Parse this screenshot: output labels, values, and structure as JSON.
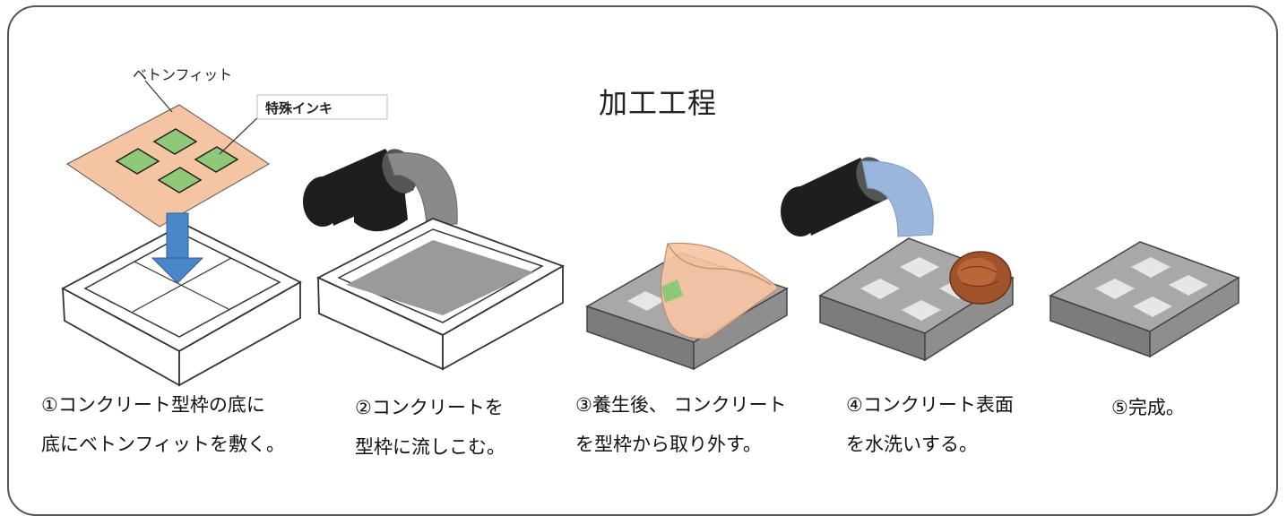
{
  "title": "加工工程",
  "callouts": {
    "betonfit": "ベトンフィット",
    "special_ink": "特殊インキ"
  },
  "steps": [
    {
      "line1": "①コンクリート型枠の底に",
      "line2": "底にベトンフィットを敷く。"
    },
    {
      "line1": "②コンクリートを",
      "line2": "型枠に流しこむ。"
    },
    {
      "line1": "③養生後、 コンクリート",
      "line2": "を型枠から取り外す。"
    },
    {
      "line1": "④コンクリート表面",
      "line2": "を水洗いする。"
    },
    {
      "line1": "⑤完成。",
      "line2": ""
    }
  ],
  "colors": {
    "sheet": "#f5c4a2",
    "ink": "#90c87a",
    "arrow": "#4a86c8",
    "concrete_top": "#9a9a9a",
    "concrete_side": "#7c7c7c",
    "water": "#9bb6dd",
    "brush": "#a0532a",
    "bucket": "#1e1e1e"
  },
  "icons": [
    "down-arrow-icon",
    "bucket-icon",
    "brush-icon"
  ]
}
